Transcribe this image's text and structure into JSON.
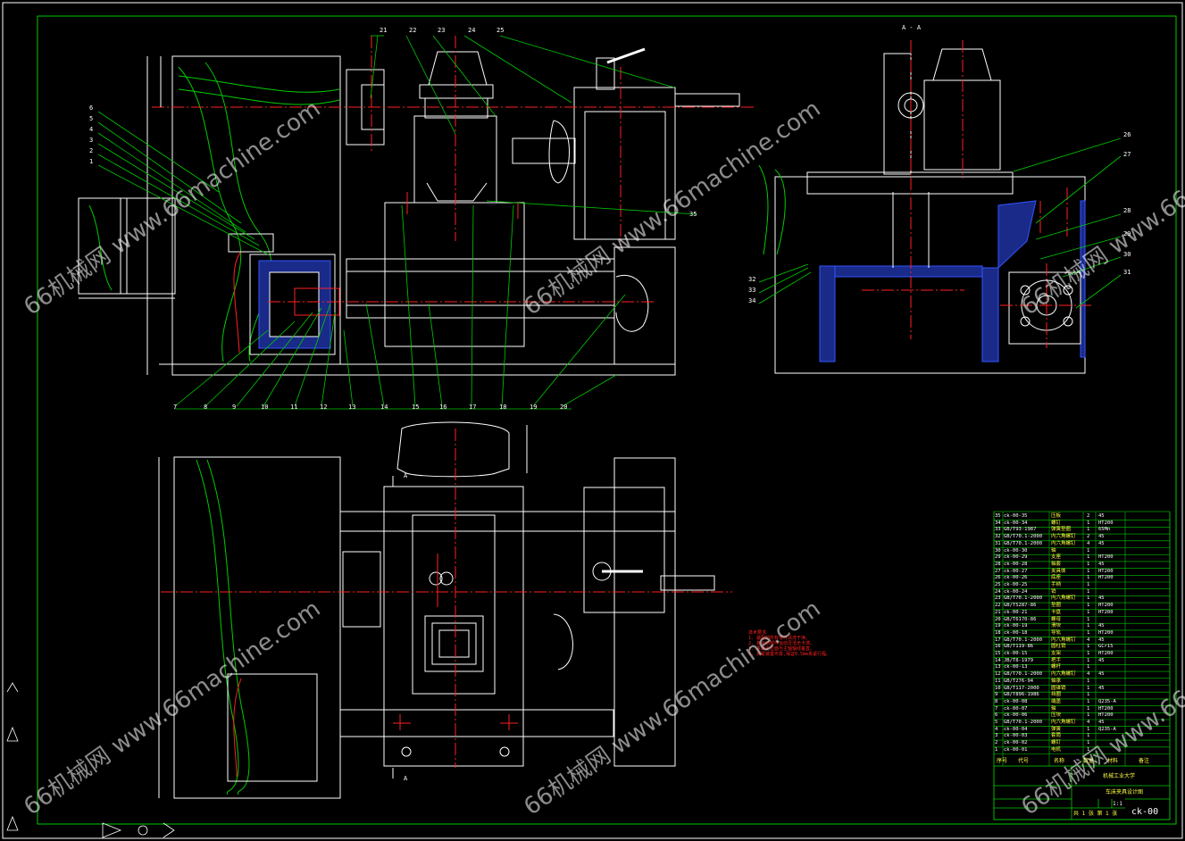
{
  "section_label": "A - A",
  "section_marks": [
    "A",
    "A"
  ],
  "drawing_number": "ck-00",
  "title_block": {
    "school": "机械工业大学",
    "title": "车床夹具设计图",
    "scale": "1:1",
    "sheet": "共 1 张  第 1 张"
  },
  "part_numbers_top": [
    "21",
    "22",
    "23",
    "24",
    "25"
  ],
  "part_numbers_left": [
    "6",
    "5",
    "4",
    "3",
    "2",
    "1"
  ],
  "part_numbers_bottom": [
    "7",
    "8",
    "9",
    "10",
    "11",
    "12",
    "13",
    "14",
    "15",
    "16",
    "17",
    "18",
    "19",
    "20"
  ],
  "part_number_35": "35",
  "part_numbers_right": [
    "26",
    "27",
    "28",
    "29",
    "30",
    "31"
  ],
  "part_numbers_section_left": [
    "32",
    "33",
    "34"
  ],
  "tech_notes": [
    "技术要求",
    "1. 装配前所有零件清洗干净。",
    "2. 各运动部件运动灵活无卡滞。",
    "3. 夹具定位面与主轴轴线垂直。",
    "4. 夹紧装置可靠,保证0.5mm夹紧行程。"
  ],
  "bom": [
    {
      "no": "35",
      "code": "ck-00-35",
      "name": "压板",
      "qty": "2",
      "mat": "45"
    },
    {
      "no": "34",
      "code": "ck-00-34",
      "name": "螺钉",
      "qty": "1",
      "mat": "HT200"
    },
    {
      "no": "33",
      "code": "GB/T93-1987",
      "name": "弹簧垫圈",
      "qty": "1",
      "mat": "65Mn"
    },
    {
      "no": "32",
      "code": "GB/T70.1-2000",
      "name": "内六角螺钉",
      "qty": "2",
      "mat": "45"
    },
    {
      "no": "31",
      "code": "GB/T70.1-2000",
      "name": "内六角螺钉",
      "qty": "4",
      "mat": "45"
    },
    {
      "no": "30",
      "code": "ck-00-30",
      "name": "轴",
      "qty": "1",
      "mat": ""
    },
    {
      "no": "29",
      "code": "ck-00-29",
      "name": "支座",
      "qty": "1",
      "mat": "HT200"
    },
    {
      "no": "28",
      "code": "ck-00-28",
      "name": "轴套",
      "qty": "1",
      "mat": "45"
    },
    {
      "no": "27",
      "code": "ck-00-27",
      "name": "夹具体",
      "qty": "1",
      "mat": "HT200"
    },
    {
      "no": "26",
      "code": "ck-00-26",
      "name": "底座",
      "qty": "1",
      "mat": "HT200"
    },
    {
      "no": "25",
      "code": "ck-00-25",
      "name": "手柄",
      "qty": "1",
      "mat": ""
    },
    {
      "no": "24",
      "code": "ck-00-24",
      "name": "销",
      "qty": "1",
      "mat": ""
    },
    {
      "no": "23",
      "code": "GB/T70.1-2000",
      "name": "内六角螺钉",
      "qty": "1",
      "mat": "45"
    },
    {
      "no": "22",
      "code": "GB/T5287-86",
      "name": "垫圈",
      "qty": "1",
      "mat": "HT200"
    },
    {
      "no": "21",
      "code": "ck-00-21",
      "name": "卡盘",
      "qty": "1",
      "mat": "HT200"
    },
    {
      "no": "20",
      "code": "GB/T6170-86",
      "name": "螺母",
      "qty": "1",
      "mat": ""
    },
    {
      "no": "19",
      "code": "ck-00-19",
      "name": "滑块",
      "qty": "1",
      "mat": "45"
    },
    {
      "no": "18",
      "code": "ck-00-18",
      "name": "导轨",
      "qty": "1",
      "mat": "HT200"
    },
    {
      "no": "17",
      "code": "GB/T70.1-2000",
      "name": "内六角螺钉",
      "qty": "4",
      "mat": "45"
    },
    {
      "no": "16",
      "code": "GB/T119-86",
      "name": "圆柱销",
      "qty": "1",
      "mat": "GCr15"
    },
    {
      "no": "15",
      "code": "ck-00-15",
      "name": "支架",
      "qty": "1",
      "mat": "HT200"
    },
    {
      "no": "14",
      "code": "JB/T8-1979",
      "name": "把手",
      "qty": "1",
      "mat": "45"
    },
    {
      "no": "13",
      "code": "ck-00-13",
      "name": "螺杆",
      "qty": "1",
      "mat": ""
    },
    {
      "no": "12",
      "code": "GB/T70.1-2000",
      "name": "内六角螺钉",
      "qty": "4",
      "mat": "45"
    },
    {
      "no": "11",
      "code": "GB/T276-94",
      "name": "轴承",
      "qty": "1",
      "mat": ""
    },
    {
      "no": "10",
      "code": "GB/T117-2000",
      "name": "圆锥销",
      "qty": "1",
      "mat": "45"
    },
    {
      "no": "9",
      "code": "GB/T896-1986",
      "name": "挡圈",
      "qty": "1",
      "mat": ""
    },
    {
      "no": "8",
      "code": "ck-00-08",
      "name": "端盖",
      "qty": "1",
      "mat": "Q235-A"
    },
    {
      "no": "7",
      "code": "ck-00-07",
      "name": "轴",
      "qty": "1",
      "mat": "HT200"
    },
    {
      "no": "6",
      "code": "ck-00-06",
      "name": "压块",
      "qty": "1",
      "mat": "HT200"
    },
    {
      "no": "5",
      "code": "GB/T70.1-2000",
      "name": "内六角螺钉",
      "qty": "4",
      "mat": "45"
    },
    {
      "no": "4",
      "code": "ck-00-04",
      "name": "弹簧",
      "qty": "1",
      "mat": "Q235-A"
    },
    {
      "no": "3",
      "code": "ck-00-03",
      "name": "套筒",
      "qty": "1",
      "mat": ""
    },
    {
      "no": "2",
      "code": "ck-00-02",
      "name": "螺钉",
      "qty": "1",
      "mat": ""
    },
    {
      "no": "1",
      "code": "ck-00-01",
      "name": "电机",
      "qty": "1",
      "mat": ""
    }
  ],
  "bom_header": {
    "no": "序号",
    "code": "代号",
    "name": "名称",
    "qty": "数量",
    "mat": "材料",
    "note": "备注"
  },
  "watermark": "66机械网 www.66machine.com",
  "colors": {
    "outline": "#ffffff",
    "contour": "#00cc00",
    "center": "#ff2020",
    "hatch": "#3355ff",
    "dim": "#ffffff",
    "bom": "#ffff40",
    "bg": "#000000"
  }
}
